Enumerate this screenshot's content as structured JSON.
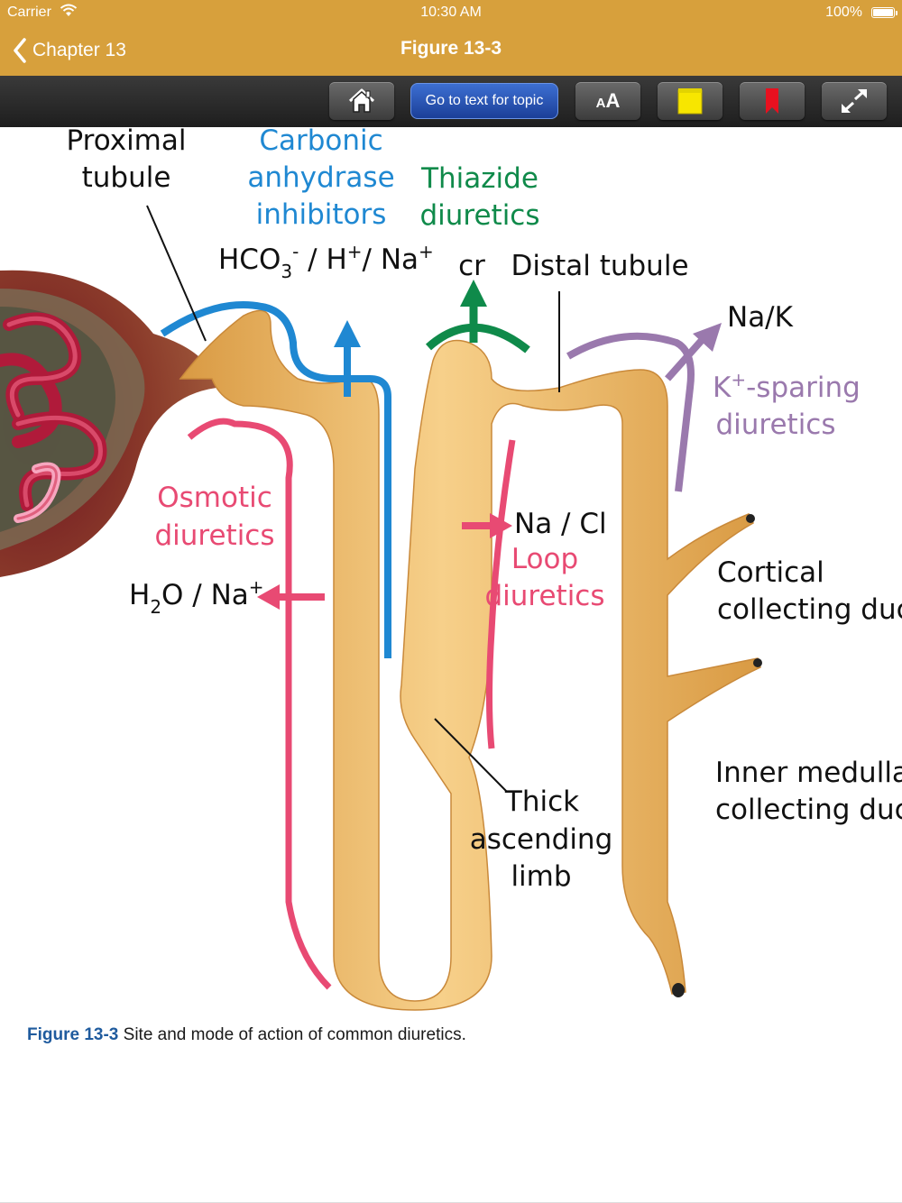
{
  "status_bar": {
    "carrier": "Carrier",
    "time": "10:30 AM",
    "battery": "100%"
  },
  "nav": {
    "back_label": "Chapter 13",
    "title": "Figure 13-3"
  },
  "toolbar": {
    "home_icon": "home-icon",
    "go_to_text_label": "Go to text for topic",
    "font_size_icon": "font-size-icon",
    "note_icon": "sticky-note-icon",
    "bookmark_icon": "bookmark-icon",
    "expand_icon": "expand-icon"
  },
  "figure": {
    "labels": {
      "proximal_1": "Proximal",
      "proximal_2": "tubule",
      "carbonic_1": "Carbonic",
      "carbonic_2": "anhydrase",
      "carbonic_3": "inhibitors",
      "thiazide_1": "Thiazide",
      "thiazide_2": "diuretics",
      "hco3": "HCO",
      "hco3_sub": "3",
      "hco3_sup": "-",
      "hco3_rest": " / H",
      "hco3_plus1": "+",
      "hco3_na": "/ Na",
      "hco3_plus2": "+",
      "cr": "cr",
      "distal": "Distal tubule",
      "nak": "Na/K",
      "ksparing_k": "K",
      "ksparing_plus": "+",
      "ksparing_1": "-sparing",
      "ksparing_2": "diuretics",
      "osmotic_1": "Osmotic",
      "osmotic_2": "diuretics",
      "h2o": "H",
      "h2o_sub": "2",
      "h2o_rest": "O / Na",
      "h2o_plus": "+",
      "nacl": "Na / Cl",
      "loop_1": "Loop",
      "loop_2": "diuretics",
      "cortical_1": "Cortical",
      "cortical_2": "collecting duct",
      "inner_1": "Inner medullary",
      "inner_2": "collecting duct",
      "thick_1": "Thick",
      "thick_2": "ascending",
      "thick_3": "limb"
    },
    "colors": {
      "tubule": "#f0c071",
      "blue": "#1f88d2",
      "green": "#0f8a4a",
      "pink": "#e84a73",
      "purple": "#9a79ad",
      "teal_text": "#1f88d2"
    }
  },
  "caption": {
    "label": "Figure 13-3",
    "text": " Site and mode of action of common diuretics."
  }
}
